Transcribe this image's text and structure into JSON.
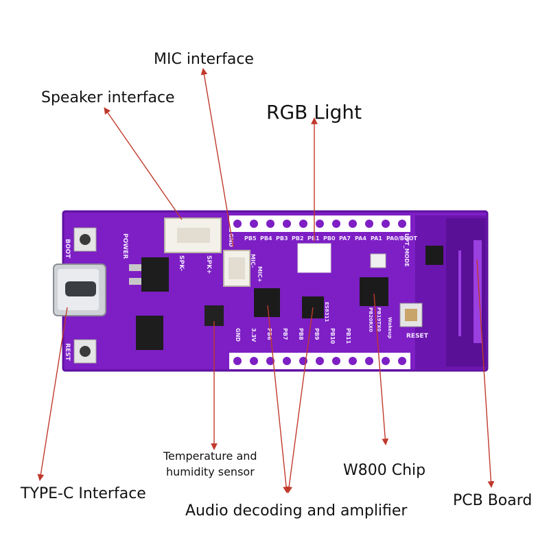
{
  "callouts": {
    "mic": "MIC interface",
    "speaker": "Speaker interface",
    "rgb": "RGB Light",
    "temp_line1": "Temperature and",
    "temp_line2": "humidity sensor",
    "w800": "W800 Chip",
    "typec": "TYPE-C Interface",
    "pcb": "PCB Board",
    "audio": "Audio decoding and amplifier"
  },
  "board_silkscreen": {
    "boot": "BOOT",
    "rest": "REST",
    "power": "POWER",
    "spk_minus": "SPK-",
    "spk_plus": "SPK+",
    "gnd": "GND",
    "mic_minus": "MIC-",
    "mic_plus": "MIC+",
    "top_pins": [
      "PB5",
      "PB4",
      "PB3",
      "PB2",
      "PB1",
      "PB0",
      "PA7",
      "PA4",
      "PA1",
      "PA0/BOOT"
    ],
    "upt_mode": "UPT_MODE",
    "bottom_pins": [
      "GND",
      "3.3V",
      "PB6",
      "PB7",
      "PB8",
      "PB9",
      "PB10",
      "PB11"
    ],
    "uart": "PB20RX0",
    "uart2": "PB19TX0",
    "wakeup": "Wakeup",
    "reset": "RESET",
    "es8311": "ES8311"
  },
  "colors": {
    "board": "#7d1fc4",
    "board_dark": "#5e12a0",
    "arrow": "#c0392b"
  }
}
